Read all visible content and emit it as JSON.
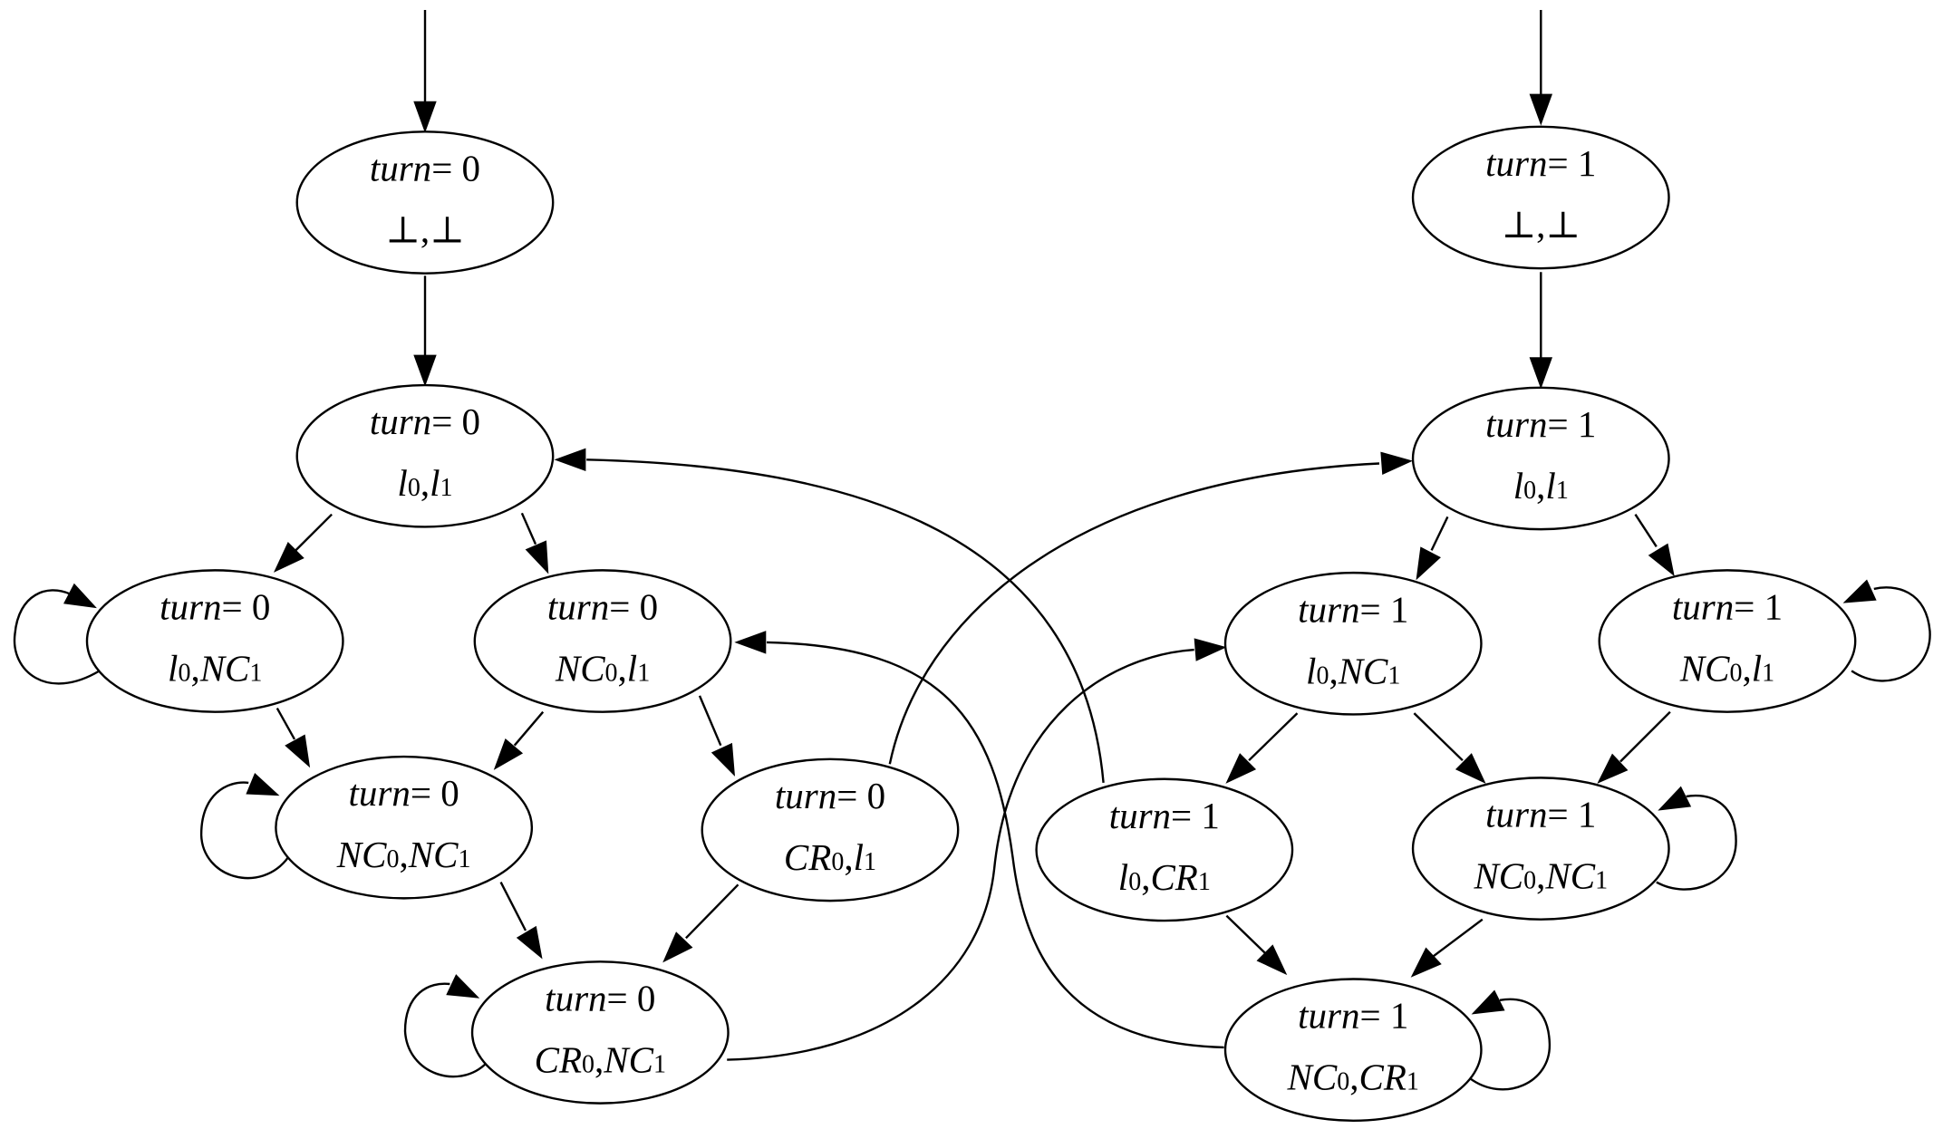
{
  "diagram": {
    "type": "state-transition-graph",
    "nodes": [
      {
        "id": "A0",
        "turn_text": "turn",
        "turn_value": "= 0",
        "state": [
          {
            "kind": "bottom",
            "text": "⊥"
          },
          {
            "kind": "bottom",
            "text": "⊥"
          }
        ]
      },
      {
        "id": "B0",
        "turn_text": "turn",
        "turn_value": "= 0",
        "state": [
          {
            "kind": "ital",
            "text": "l",
            "sub": "0"
          },
          {
            "kind": "ital",
            "text": "l",
            "sub": "1"
          }
        ]
      },
      {
        "id": "C0",
        "turn_text": "turn",
        "turn_value": "= 0",
        "state": [
          {
            "kind": "ital",
            "text": "l",
            "sub": "0"
          },
          {
            "kind": "ital",
            "text": "NC",
            "sub": "1"
          }
        ]
      },
      {
        "id": "D0",
        "turn_text": "turn",
        "turn_value": "= 0",
        "state": [
          {
            "kind": "ital",
            "text": "NC",
            "sub": "0"
          },
          {
            "kind": "ital",
            "text": "l",
            "sub": "1"
          }
        ]
      },
      {
        "id": "E0",
        "turn_text": "turn",
        "turn_value": "= 0",
        "state": [
          {
            "kind": "ital",
            "text": "NC",
            "sub": "0"
          },
          {
            "kind": "ital",
            "text": "NC",
            "sub": "1"
          }
        ]
      },
      {
        "id": "F0",
        "turn_text": "turn",
        "turn_value": "= 0",
        "state": [
          {
            "kind": "ital",
            "text": "CR",
            "sub": "0"
          },
          {
            "kind": "ital",
            "text": "l",
            "sub": "1"
          }
        ]
      },
      {
        "id": "G0",
        "turn_text": "turn",
        "turn_value": "= 0",
        "state": [
          {
            "kind": "ital",
            "text": "CR",
            "sub": "0"
          },
          {
            "kind": "ital",
            "text": "NC",
            "sub": "1"
          }
        ]
      },
      {
        "id": "A1",
        "turn_text": "turn",
        "turn_value": "= 1",
        "state": [
          {
            "kind": "bottom",
            "text": "⊥"
          },
          {
            "kind": "bottom",
            "text": "⊥"
          }
        ]
      },
      {
        "id": "B1",
        "turn_text": "turn",
        "turn_value": "= 1",
        "state": [
          {
            "kind": "ital",
            "text": "l",
            "sub": "0"
          },
          {
            "kind": "ital",
            "text": "l",
            "sub": "1"
          }
        ]
      },
      {
        "id": "C1",
        "turn_text": "turn",
        "turn_value": "= 1",
        "state": [
          {
            "kind": "ital",
            "text": "l",
            "sub": "0"
          },
          {
            "kind": "ital",
            "text": "NC",
            "sub": "1"
          }
        ]
      },
      {
        "id": "D1",
        "turn_text": "turn",
        "turn_value": "= 1",
        "state": [
          {
            "kind": "ital",
            "text": "NC",
            "sub": "0"
          },
          {
            "kind": "ital",
            "text": "l",
            "sub": "1"
          }
        ]
      },
      {
        "id": "E1",
        "turn_text": "turn",
        "turn_value": "= 1",
        "state": [
          {
            "kind": "ital",
            "text": "l",
            "sub": "0"
          },
          {
            "kind": "ital",
            "text": "CR",
            "sub": "1"
          }
        ]
      },
      {
        "id": "F1",
        "turn_text": "turn",
        "turn_value": "= 1",
        "state": [
          {
            "kind": "ital",
            "text": "NC",
            "sub": "0"
          },
          {
            "kind": "ital",
            "text": "NC",
            "sub": "1"
          }
        ]
      },
      {
        "id": "G1",
        "turn_text": "turn",
        "turn_value": "= 1",
        "state": [
          {
            "kind": "ital",
            "text": "NC",
            "sub": "0"
          },
          {
            "kind": "ital",
            "text": "CR",
            "sub": "1"
          }
        ]
      }
    ],
    "edges": [
      {
        "from": "start",
        "to": "A0"
      },
      {
        "from": "A0",
        "to": "B0"
      },
      {
        "from": "B0",
        "to": "C0"
      },
      {
        "from": "B0",
        "to": "D0"
      },
      {
        "from": "C0",
        "to": "C0"
      },
      {
        "from": "C0",
        "to": "E0"
      },
      {
        "from": "D0",
        "to": "E0"
      },
      {
        "from": "D0",
        "to": "F0"
      },
      {
        "from": "E0",
        "to": "E0"
      },
      {
        "from": "E0",
        "to": "G0"
      },
      {
        "from": "F0",
        "to": "G0"
      },
      {
        "from": "F0",
        "to": "B1"
      },
      {
        "from": "G0",
        "to": "G0"
      },
      {
        "from": "G0",
        "to": "C1"
      },
      {
        "from": "start",
        "to": "A1"
      },
      {
        "from": "A1",
        "to": "B1"
      },
      {
        "from": "B1",
        "to": "C1"
      },
      {
        "from": "B1",
        "to": "D1"
      },
      {
        "from": "D1",
        "to": "D1"
      },
      {
        "from": "C1",
        "to": "E1"
      },
      {
        "from": "C1",
        "to": "F1"
      },
      {
        "from": "D1",
        "to": "F1"
      },
      {
        "from": "F1",
        "to": "F1"
      },
      {
        "from": "E1",
        "to": "G1"
      },
      {
        "from": "F1",
        "to": "G1"
      },
      {
        "from": "E1",
        "to": "B0"
      },
      {
        "from": "G1",
        "to": "G1"
      },
      {
        "from": "G1",
        "to": "D0"
      }
    ]
  }
}
